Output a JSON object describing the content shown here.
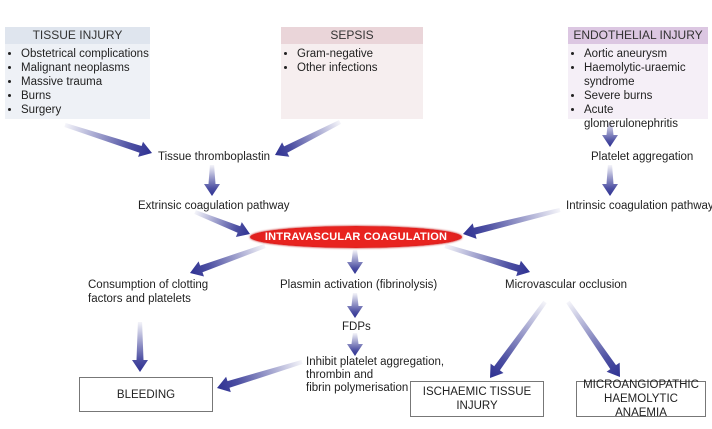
{
  "sources": {
    "tissue_injury": {
      "title": "TISSUE INJURY",
      "items": [
        "Obstetrical complications",
        "Malignant neoplasms",
        "Massive trauma",
        "Burns",
        "Surgery"
      ],
      "color": "#dfe5ee"
    },
    "sepsis": {
      "title": "SEPSIS",
      "items": [
        "Gram-negative",
        "Other infections"
      ],
      "color": "#ead5d9"
    },
    "endothelial_injury": {
      "title": "ENDOTHELIAL INJURY",
      "items": [
        "Aortic aneurysm",
        "Haemolytic-uraemic syndrome",
        "Severe burns",
        "Acute glomerulonephritis"
      ],
      "color": "#dcc7e2"
    }
  },
  "nodes": {
    "tissue_thromboplastin": "Tissue thromboplastin",
    "extrinsic_pathway": "Extrinsic coagulation pathway",
    "platelet_aggregation": "Platelet aggregation",
    "intrinsic_pathway": "Intrinsic coagulation pathway",
    "intravascular_coagulation": "INTRAVASCULAR COAGULATION",
    "consumption_line1": "Consumption of clotting",
    "consumption_line2": "factors and platelets",
    "plasmin_activation": "Plasmin activation (fibrinolysis)",
    "microvascular_occlusion": "Microvascular occlusion",
    "fdps": "FDPs",
    "inhibit_line1": "Inhibit platelet aggregation,",
    "inhibit_line2": "thrombin and",
    "inhibit_line3": "fibrin polymerisation"
  },
  "outcomes": {
    "bleeding": "BLEEDING",
    "ischaemic_line1": "ISCHAEMIC TISSUE",
    "ischaemic_line2": "INJURY",
    "mahA_line1": "MICROANGIOPATHIC",
    "mahA_line2": "HAEMOLYTIC ANAEMIA"
  },
  "colors": {
    "arrow": "#2e3192",
    "central": "#e8231f"
  }
}
